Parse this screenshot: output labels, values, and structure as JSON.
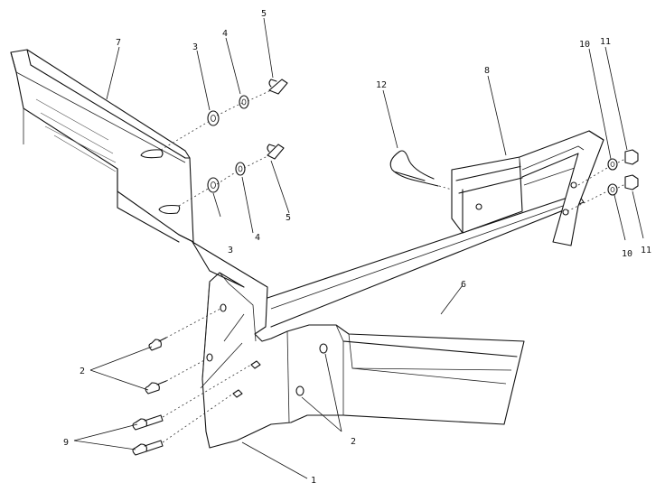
{
  "callouts": {
    "c1": "1",
    "c2a": "2",
    "c2b": "2",
    "c3a": "3",
    "c3b": "3",
    "c4a": "4",
    "c4b": "4",
    "c5a": "5",
    "c5b": "5",
    "c6": "6",
    "c7": "7",
    "c8": "8",
    "c9": "9",
    "c10a": "10",
    "c10b": "10",
    "c11a": "11",
    "c11b": "11",
    "c12": "12"
  }
}
